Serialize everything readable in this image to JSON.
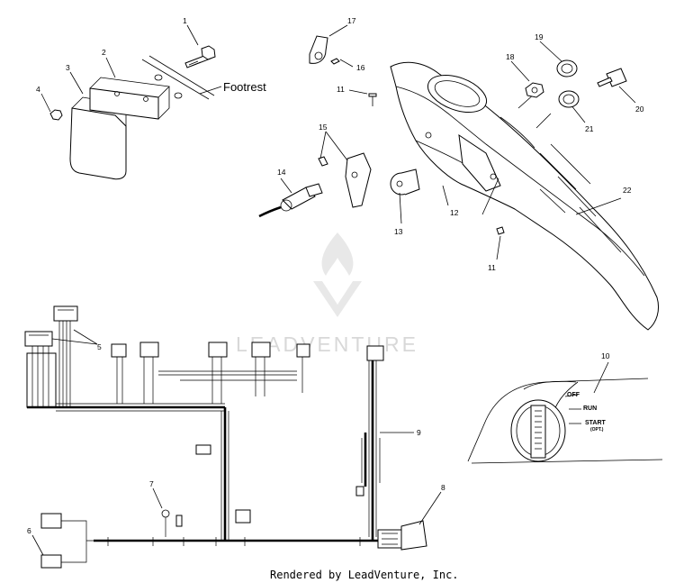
{
  "diagram": {
    "callouts": [
      "1",
      "2",
      "3",
      "4",
      "5",
      "6",
      "7",
      "8",
      "9",
      "10",
      "11",
      "11",
      "12",
      "13",
      "14",
      "15",
      "16",
      "17",
      "18",
      "19",
      "20",
      "21",
      "22"
    ],
    "footrest_label": "Footrest",
    "switch_labels": {
      "off": "OFF",
      "run": "RUN",
      "start": "START",
      "opt": "(OPT.)"
    },
    "watermark": "LEADVENTURE",
    "footer": "Rendered by LeadVenture, Inc."
  }
}
